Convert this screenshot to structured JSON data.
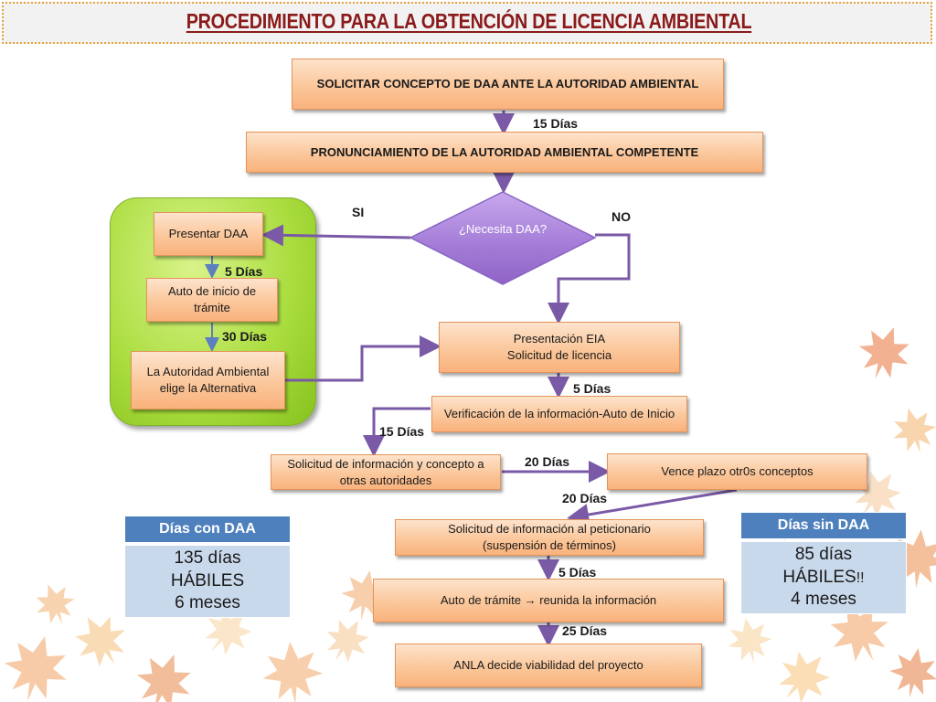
{
  "title": "PROCEDIMIENTO PARA LA OBTENCIÓN DE LICENCIA AMBIENTAL",
  "steps": {
    "solicitar": "SOLICITAR CONCEPTO DE DAA ANTE LA AUTORIDAD AMBIENTAL",
    "pronunciamiento": "PRONUNCIAMIENTO DE LA AUTORIDAD AMBIENTAL COMPETENTE",
    "decision": "¿Necesita DAA?",
    "presentar_daa": "Presentar DAA",
    "auto_inicio": "Auto de inicio de trámite",
    "elige_alternativa": "La Autoridad Ambiental  elige la Alternativa",
    "presentacion_eia_1": "Presentación EIA",
    "presentacion_eia_2": "Solicitud de licencia",
    "verificacion": "Verificación de la información-Auto de Inicio",
    "solicitud_otras": "Solicitud de información y concepto a otras autoridades",
    "vence_plazo": "Vence plazo otr0s conceptos",
    "solicitud_peticionario_1": "Solicitud de información al peticionario",
    "solicitud_peticionario_2": "(suspensión de términos)",
    "auto_tramite_a": "Auto de trámite",
    "auto_tramite_arrow": "→",
    "auto_tramite_b": "reunida la información",
    "anla": "ANLA decide viabilidad del proyecto"
  },
  "labels": {
    "d15a": "15 Días",
    "si": "SI",
    "no": "NO",
    "d5a": "5 Días",
    "d30": "30 Días",
    "d5b": "5 Días",
    "d15b": "15 Días",
    "d20a": "20 Días",
    "d20b": "20 Días",
    "d5c": "5 Días",
    "d25": "25 Días"
  },
  "summary_con": {
    "header": "Días con DAA",
    "line1": "135 días",
    "line2": "HÁBILES",
    "line3": "6 meses"
  },
  "summary_sin": {
    "header": "Días sin DAA",
    "line1": "85 días",
    "line2": "HÁBILES",
    "line2_suffix": "!!",
    "line3": "4 meses"
  },
  "colors": {
    "box_fill": "#fbc79b",
    "arrow": "#7a5aa6",
    "green_panel": "#a8dc3c",
    "diamond": "#a881d8",
    "summary_header": "#4e80bd",
    "summary_body": "#c9d9ec",
    "title": "#8b1a1a"
  }
}
